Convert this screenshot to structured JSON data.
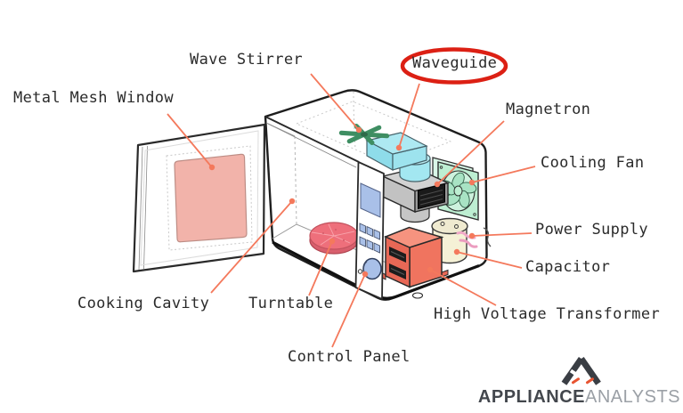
{
  "diagram": {
    "labels": {
      "metal_mesh_window": "Metal Mesh Window",
      "wave_stirrer": "Wave Stirrer",
      "waveguide": "Waveguide",
      "magnetron": "Magnetron",
      "cooling_fan": "Cooling Fan",
      "power_supply": "Power Supply",
      "capacitor": "Capacitor",
      "high_voltage_transformer": "High Voltage Transformer",
      "control_panel": "Control Panel",
      "turntable": "Turntable",
      "cooking_cavity": "Cooking Cavity"
    },
    "highlighted_label": "Waveguide",
    "palette": {
      "leader_line": "#f4795c",
      "highlight_ring_red": "#dc2014",
      "window_pink": "#f2b3aa",
      "turntable_red": "#ee6f7b",
      "stirrer_green": "#3e8e62",
      "waveguide_cyan": "#a3e7f1",
      "fan_mint": "#bdeed2",
      "capacitor_cream": "#f5f1d6",
      "transformer_salmon": "#f0745f",
      "panel_blue": "#a9c0e8"
    }
  },
  "logo": {
    "brand_bold": "APPLIANCE",
    "brand_light": "ANALYSTS"
  }
}
